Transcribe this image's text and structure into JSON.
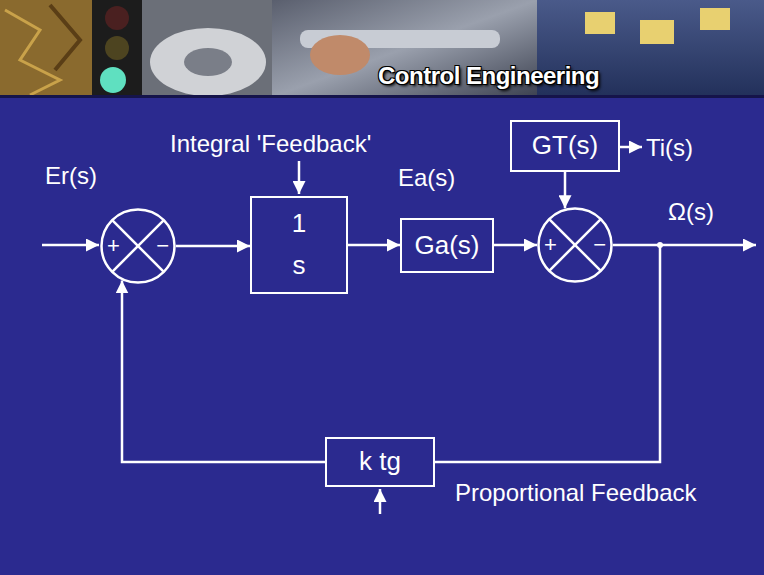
{
  "diagram": {
    "title": "Control Engineering",
    "nodes": [
      {
        "text": [
          "+",
          "−"
        ]
      },
      {
        "text": [
          "1",
          "s"
        ]
      },
      {
        "text": [
          "Ga(s)"
        ]
      },
      {
        "text": [
          "GT(s)"
        ]
      },
      {
        "text": [
          "+",
          "−"
        ]
      },
      {
        "text": [
          "k tg"
        ]
      }
    ],
    "edges": [
      {
        "from": 0,
        "to": 1,
        "arrow": "to"
      },
      {
        "from": 1,
        "to": 2,
        "arrow": "to"
      },
      {
        "from": 2,
        "to": 4,
        "arrow": "to"
      },
      {
        "from": 3,
        "to": 4,
        "arrow": "to"
      },
      {
        "from": 4,
        "to": 5,
        "arrow": "none"
      },
      {
        "from": 5,
        "to": 0,
        "arrow": "to"
      }
    ],
    "labels": [
      "Integral 'Feedback'",
      "Ti(s)",
      "Er(s)",
      "Ea(s)",
      "Ω(s)",
      "Proportional Feedback"
    ]
  }
}
